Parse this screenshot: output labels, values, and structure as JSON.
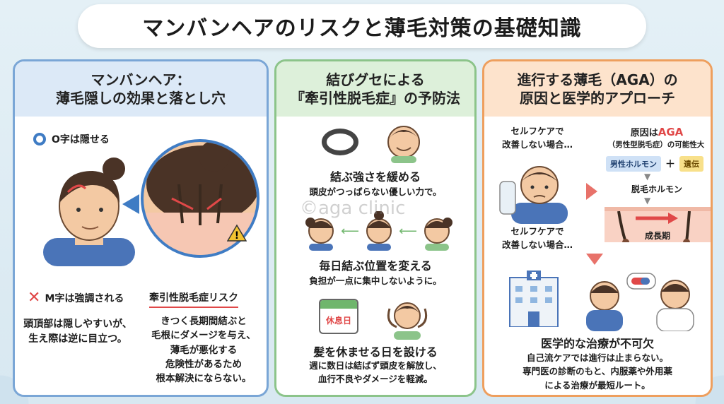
{
  "title": "マンバンヘアのリスクと薄毛対策の基礎知識",
  "watermark": "©aga clinic",
  "panel1": {
    "heading_line1": "マンバンヘア：",
    "heading_line2": "薄毛隠しの効果と落とし穴",
    "ok_label": "O字は隠せる",
    "ng_label": "M字は強調される",
    "caption_line1": "頭頂部は隠しやすいが、",
    "caption_line2": "生え際は逆に目立つ。",
    "risk_title": "牽引性脱毛症リスク",
    "risk_lines": [
      "きつく長期間結ぶと",
      "毛根にダメージを与え、",
      "薄毛が悪化する",
      "危険性があるため",
      "根本解決にならない。"
    ]
  },
  "panel2": {
    "heading_line1": "結びグセによる",
    "heading_line2": "『牽引性脱毛症』の予防法",
    "tip1_title": "結ぶ強さを緩める",
    "tip1_body": "頭皮がつっぱらない優しい力で。",
    "tip2_title": "毎日結ぶ位置を変える",
    "tip2_body": "負担が一点に集中しないように。",
    "calendar_label": "休息日",
    "tip3_title": "髪を休ませる日を設ける",
    "tip3_body_line1": "週に数日は結ばず頭皮を解放し、",
    "tip3_body_line2": "血行不良やダメージを軽減。"
  },
  "panel3": {
    "heading_line1": "進行する薄毛（AGA）の",
    "heading_line2": "原因と医学的アプローチ",
    "selfcare_line1": "セルフケアで",
    "selfcare_line2": "改善しない場合…",
    "selfcare2_line1": "セルフケアで",
    "selfcare2_line2": "改善しない場合…",
    "cause_prefix": "原因は",
    "cause_aga": "AGA",
    "cause_sub": "（男性型脱毛症）の可能性大",
    "hormone_label": "男性ホルモン",
    "plus": "＋",
    "genetic_label": "遺伝",
    "dht_label": "脱毛ホルモン",
    "growth_label": "成長期",
    "treatment_title": "医学的な治療が不可欠",
    "treatment_line1": "自己流ケアでは進行は止まらない。",
    "treatment_line2": "専門医の診断のもと、内服薬や外用薬",
    "treatment_line3": "による治療が最短ルート。"
  }
}
